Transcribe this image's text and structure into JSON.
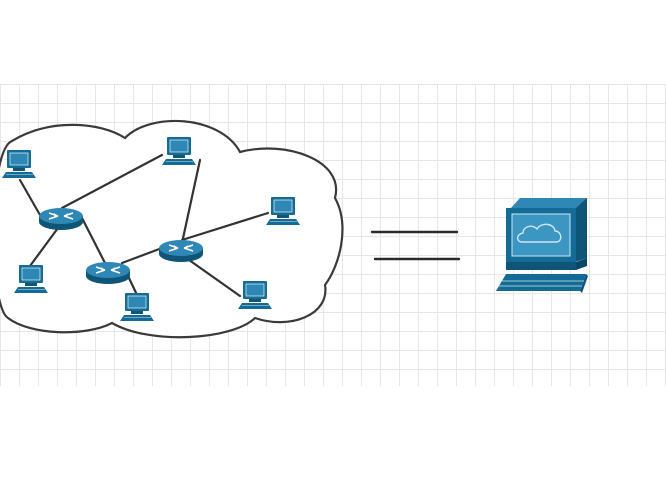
{
  "diagram": {
    "colors": {
      "device_fill": "#136b96",
      "device_dark": "#0e5578",
      "device_light": "#2e87b4",
      "screen_fill": "#3c96c2",
      "cloud_stroke": "#3a3a3a",
      "cloud_fill": "#ffffff",
      "link_stroke": "#333333",
      "equals_stroke": "#2a2a2a",
      "grid_minor": "#e6e6e6",
      "grid_major": "#d2d2d2"
    },
    "network": {
      "routers": [
        {
          "id": "r1",
          "icon": "router-icon"
        },
        {
          "id": "r2",
          "icon": "router-icon"
        },
        {
          "id": "r3",
          "icon": "router-icon"
        }
      ],
      "hosts": [
        {
          "id": "h1",
          "icon": "workstation-icon"
        },
        {
          "id": "h2",
          "icon": "workstation-icon"
        },
        {
          "id": "h3",
          "icon": "workstation-icon"
        },
        {
          "id": "h4",
          "icon": "workstation-icon"
        },
        {
          "id": "h5",
          "icon": "workstation-icon"
        },
        {
          "id": "h6",
          "icon": "workstation-icon"
        },
        {
          "id": "h7",
          "icon": "workstation-icon"
        }
      ],
      "links": [
        [
          "h1",
          "r1"
        ],
        [
          "r1",
          "h2"
        ],
        [
          "r1",
          "h3"
        ],
        [
          "r1",
          "r2"
        ],
        [
          "r2",
          "h4"
        ],
        [
          "r2",
          "r3"
        ],
        [
          "h2",
          "r3"
        ],
        [
          "r3",
          "h5"
        ],
        [
          "r3",
          "h6"
        ]
      ]
    },
    "relation": {
      "symbol": "equals-sign"
    },
    "result": {
      "icon": "cloud-terminal-icon"
    }
  }
}
